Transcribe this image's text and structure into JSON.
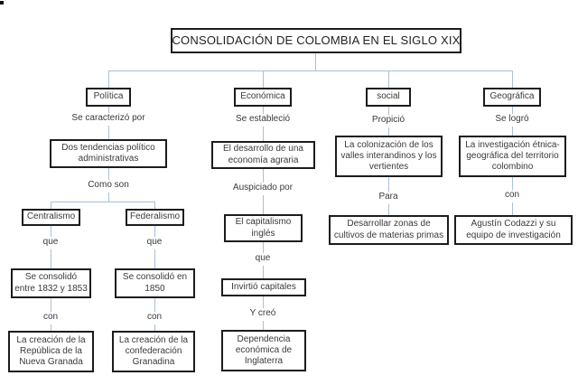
{
  "diagram_title": "CONSOLIDACIÓN DE COLOMBIA EN EL SIGLO XIX",
  "colors": {
    "connector_line": "#a8c0d8",
    "box_border": "#1c1c1c",
    "box_fill": "#ffffff",
    "text": "#3a3a3a"
  },
  "branches": [
    {
      "label": "Política",
      "link1": "Se caracterizó por",
      "node1": "Dos tendencias político administrativas",
      "link2": "Como son",
      "children": [
        {
          "label": "Centralismo",
          "link1": "que",
          "node1": "Se consolidó entre 1832 y 1853",
          "link2": "con",
          "node2": "La creación de la República de la Nueva Granada"
        },
        {
          "label": "Federalismo",
          "link1": "que",
          "node1": "Se consolidó en 1850",
          "link2": "con",
          "node2": "La creación de la confederación Granadina"
        }
      ]
    },
    {
      "label": "Económica",
      "link1": "Se estableció",
      "node1": "El desarrollo de una economía agraria",
      "link2": "Auspiciado por",
      "node2": "El capitalismo inglés",
      "link3": "que",
      "node3": "Invirtió capitales",
      "link4": "Y creó",
      "node4": "Dependencia económica de Inglaterra"
    },
    {
      "label": "social",
      "link1": "Propició",
      "node1": "La colonización de los valles interandinos y los vertientes",
      "link2": "Para",
      "node2": "Desarrollar zonas de cultivos de materias primas"
    },
    {
      "label": "Geográfica",
      "link1": "Se logró",
      "node1": "La investigación étnica-geográfica del territorio colombino",
      "link2": "con",
      "node2": "Agustín Codazzi y su equipo de investigación"
    }
  ]
}
